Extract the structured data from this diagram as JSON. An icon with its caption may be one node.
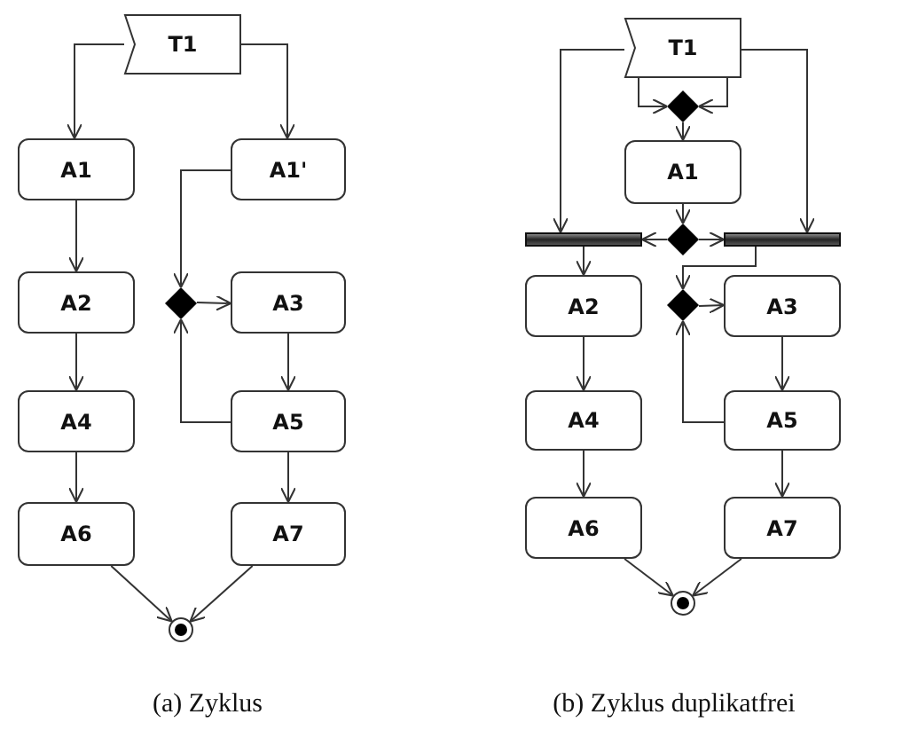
{
  "diagram": {
    "nodes": [
      {
        "text": [
          "T1"
        ]
      },
      {
        "text": [
          "A1"
        ]
      },
      {
        "text": [
          "A1'"
        ]
      },
      {
        "text": [],
        "shape": "diamond"
      },
      {
        "text": [
          "A2"
        ]
      },
      {
        "text": [
          "A3"
        ]
      },
      {
        "text": [
          "A4"
        ]
      },
      {
        "text": [
          "A5"
        ]
      },
      {
        "text": [
          "A6"
        ]
      },
      {
        "text": [
          "A7"
        ]
      },
      {
        "text": [],
        "shape": "circle"
      },
      {
        "text": [
          "T1"
        ]
      },
      {
        "text": [],
        "shape": "diamond"
      },
      {
        "text": [
          "A1"
        ]
      },
      {
        "text": [],
        "shape": "bar"
      },
      {
        "text": [],
        "shape": "diamond"
      },
      {
        "text": [],
        "shape": "bar"
      },
      {
        "text": [],
        "shape": "diamond"
      },
      {
        "text": [
          "A2"
        ]
      },
      {
        "text": [
          "A3"
        ]
      },
      {
        "text": [
          "A4"
        ]
      },
      {
        "text": [
          "A5"
        ]
      },
      {
        "text": [
          "A6"
        ]
      },
      {
        "text": [
          "A7"
        ]
      },
      {
        "text": [],
        "shape": "circle"
      }
    ],
    "edges": [
      {
        "from": 0,
        "to": 1,
        "arrow": "to"
      },
      {
        "from": 0,
        "to": 2,
        "arrow": "to"
      },
      {
        "from": 1,
        "to": 4,
        "arrow": "to"
      },
      {
        "from": 2,
        "to": 3,
        "arrow": "to"
      },
      {
        "from": 3,
        "to": 5,
        "arrow": "to"
      },
      {
        "from": 5,
        "to": 7,
        "arrow": "to"
      },
      {
        "from": 7,
        "to": 3,
        "arrow": "to"
      },
      {
        "from": 4,
        "to": 6,
        "arrow": "to"
      },
      {
        "from": 6,
        "to": 8,
        "arrow": "to"
      },
      {
        "from": 7,
        "to": 9,
        "arrow": "to"
      },
      {
        "from": 8,
        "to": 10,
        "arrow": "to"
      },
      {
        "from": 9,
        "to": 10,
        "arrow": "to"
      },
      {
        "from": 11,
        "to": 14,
        "arrow": "to"
      },
      {
        "from": 11,
        "to": 16,
        "arrow": "to"
      },
      {
        "from": 11,
        "to": 12,
        "arrow": "to"
      },
      {
        "from": 11,
        "to": 12,
        "arrow": "to"
      },
      {
        "from": 12,
        "to": 13,
        "arrow": "to"
      },
      {
        "from": 13,
        "to": 15,
        "arrow": "to"
      },
      {
        "from": 15,
        "to": 14,
        "arrow": "to"
      },
      {
        "from": 15,
        "to": 16,
        "arrow": "to"
      },
      {
        "from": 14,
        "to": 18,
        "arrow": "to"
      },
      {
        "from": 16,
        "to": 17,
        "arrow": "to"
      },
      {
        "from": 17,
        "to": 19,
        "arrow": "to"
      },
      {
        "from": 19,
        "to": 21,
        "arrow": "to"
      },
      {
        "from": 21,
        "to": 17,
        "arrow": "to"
      },
      {
        "from": 18,
        "to": 20,
        "arrow": "to"
      },
      {
        "from": 20,
        "to": 22,
        "arrow": "to"
      },
      {
        "from": 21,
        "to": 23,
        "arrow": "to"
      },
      {
        "from": 22,
        "to": 24,
        "arrow": "to"
      },
      {
        "from": 23,
        "to": 24,
        "arrow": "to"
      }
    ],
    "labels": [
      "(a) Zyklus",
      "(b) Zyklus duplikatfrei"
    ]
  }
}
